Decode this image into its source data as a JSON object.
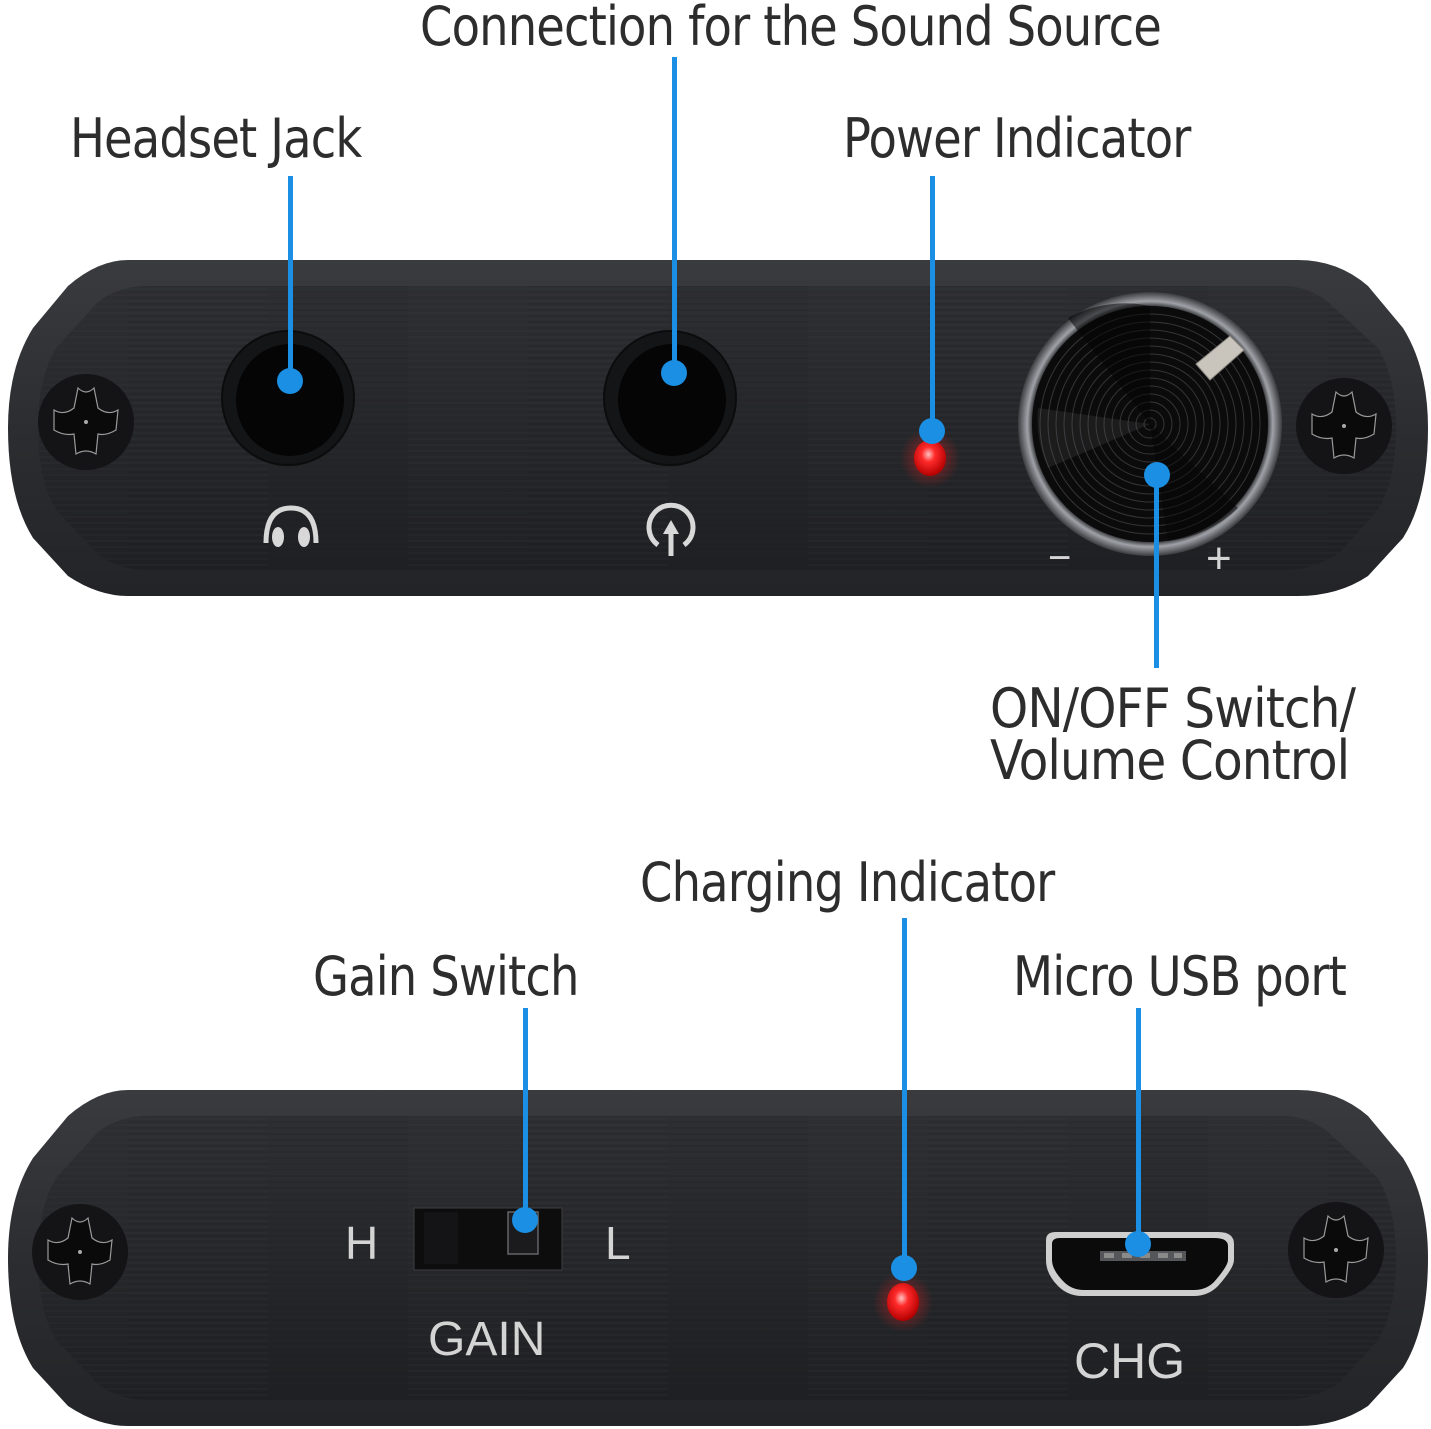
{
  "diagram": {
    "title": "Headphone amplifier front and rear panel callouts",
    "accent_color": "#1a8fe3",
    "led_color": "#ff1a1a",
    "body_color": "#2a2b2e"
  },
  "callouts": {
    "headset_jack": "Headset Jack",
    "sound_source": "Connection for the Sound Source",
    "power_indicator": "Power Indicator",
    "onoff_line1": "ON/OFF Switch/",
    "onoff_line2": "Volume Control",
    "charging_indicator": "Charging Indicator",
    "gain_switch": "Gain Switch",
    "micro_usb": "Micro USB port"
  },
  "front_panel": {
    "headphone_icon": "headphone-icon",
    "input_icon": "audio-input-icon",
    "volume_minus": "−",
    "volume_plus": "+"
  },
  "rear_panel": {
    "gain_high": "H",
    "gain_low": "L",
    "gain_label": "GAIN",
    "gain_position": "L",
    "usb_label": "CHG"
  }
}
